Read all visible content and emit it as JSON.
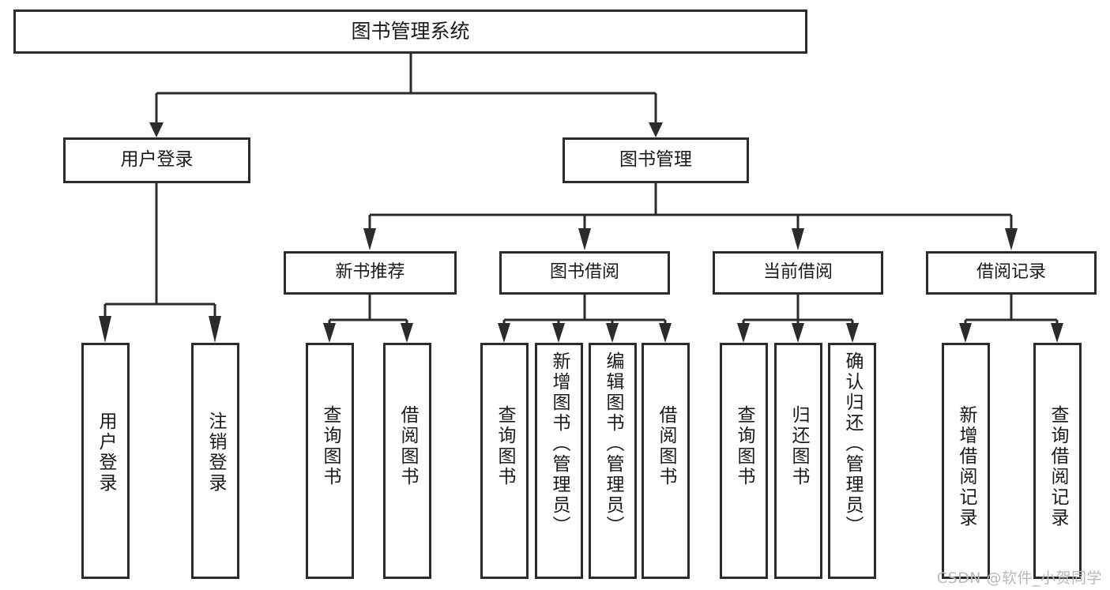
{
  "diagram": {
    "title": "图书管理系统",
    "type": "tree",
    "root": {
      "label": "图书管理系统"
    },
    "level2": [
      {
        "label": "用户登录"
      },
      {
        "label": "图书管理"
      }
    ],
    "level3": [
      {
        "label": "新书推荐"
      },
      {
        "label": "图书借阅"
      },
      {
        "label": "当前借阅"
      },
      {
        "label": "借阅记录"
      }
    ],
    "leaves": {
      "user_login": [
        {
          "label": "用户登录"
        },
        {
          "label": "注销登录"
        }
      ],
      "new_book_recommend": [
        {
          "label": "查询图书"
        },
        {
          "label": "借阅图书"
        }
      ],
      "book_borrow": [
        {
          "label": "查询图书"
        },
        {
          "label": "新增图书（管理员）"
        },
        {
          "label": "编辑图书（管理员）"
        },
        {
          "label": "借阅图书"
        }
      ],
      "current_borrow": [
        {
          "label": "查询图书"
        },
        {
          "label": "归还图书"
        },
        {
          "label": "确认归还（管理员）"
        }
      ],
      "borrow_record": [
        {
          "label": "新增借阅记录"
        },
        {
          "label": "查询借阅记录"
        }
      ]
    }
  },
  "watermark": {
    "text": "CSDN @软件_小贺同学"
  },
  "colors": {
    "line": "#2b2b2b",
    "box_border": "#2b2b2b",
    "box_fill": "#ffffff",
    "text": "#1a1a1a",
    "watermark": "#b9b9b9",
    "background": "#ffffff"
  }
}
